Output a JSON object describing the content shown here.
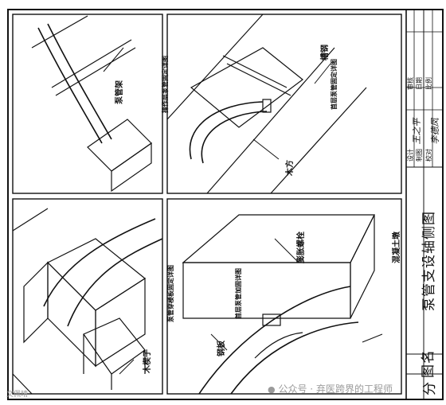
{
  "drawing_title": "泵管支设轴侧图",
  "title_block": {
    "drawing_name_label": "图名",
    "section_label": "分",
    "design_label": "设计",
    "drafting_label": "制图",
    "check_label": "校对",
    "review_label": "审核",
    "date_label": "日期",
    "scale_label": "比例",
    "signatures": [
      "王之平",
      "李德凤"
    ]
  },
  "details": [
    {
      "caption": "泵管穿楼板固定详图",
      "labels": {
        "wood_wedge": "木楔子"
      }
    },
    {
      "caption": "首层泵管加固详图",
      "labels": {
        "steel_plate": "钢板",
        "expansion_bolt": "膨胀螺栓",
        "concrete_pier": "混凝土墩"
      }
    },
    {
      "caption": "操作层泵管固定详图",
      "labels": {
        "channel_steel": "槽钢"
      }
    },
    {
      "caption": "首层泵管固定详图",
      "labels": {
        "pump_pipe_frame": "泵管架",
        "timber": "木方"
      }
    }
  ],
  "watermark": {
    "left_text": "文佩晴",
    "right_prefix": "公众号",
    "right_text": "弃医跨界的工程师"
  }
}
